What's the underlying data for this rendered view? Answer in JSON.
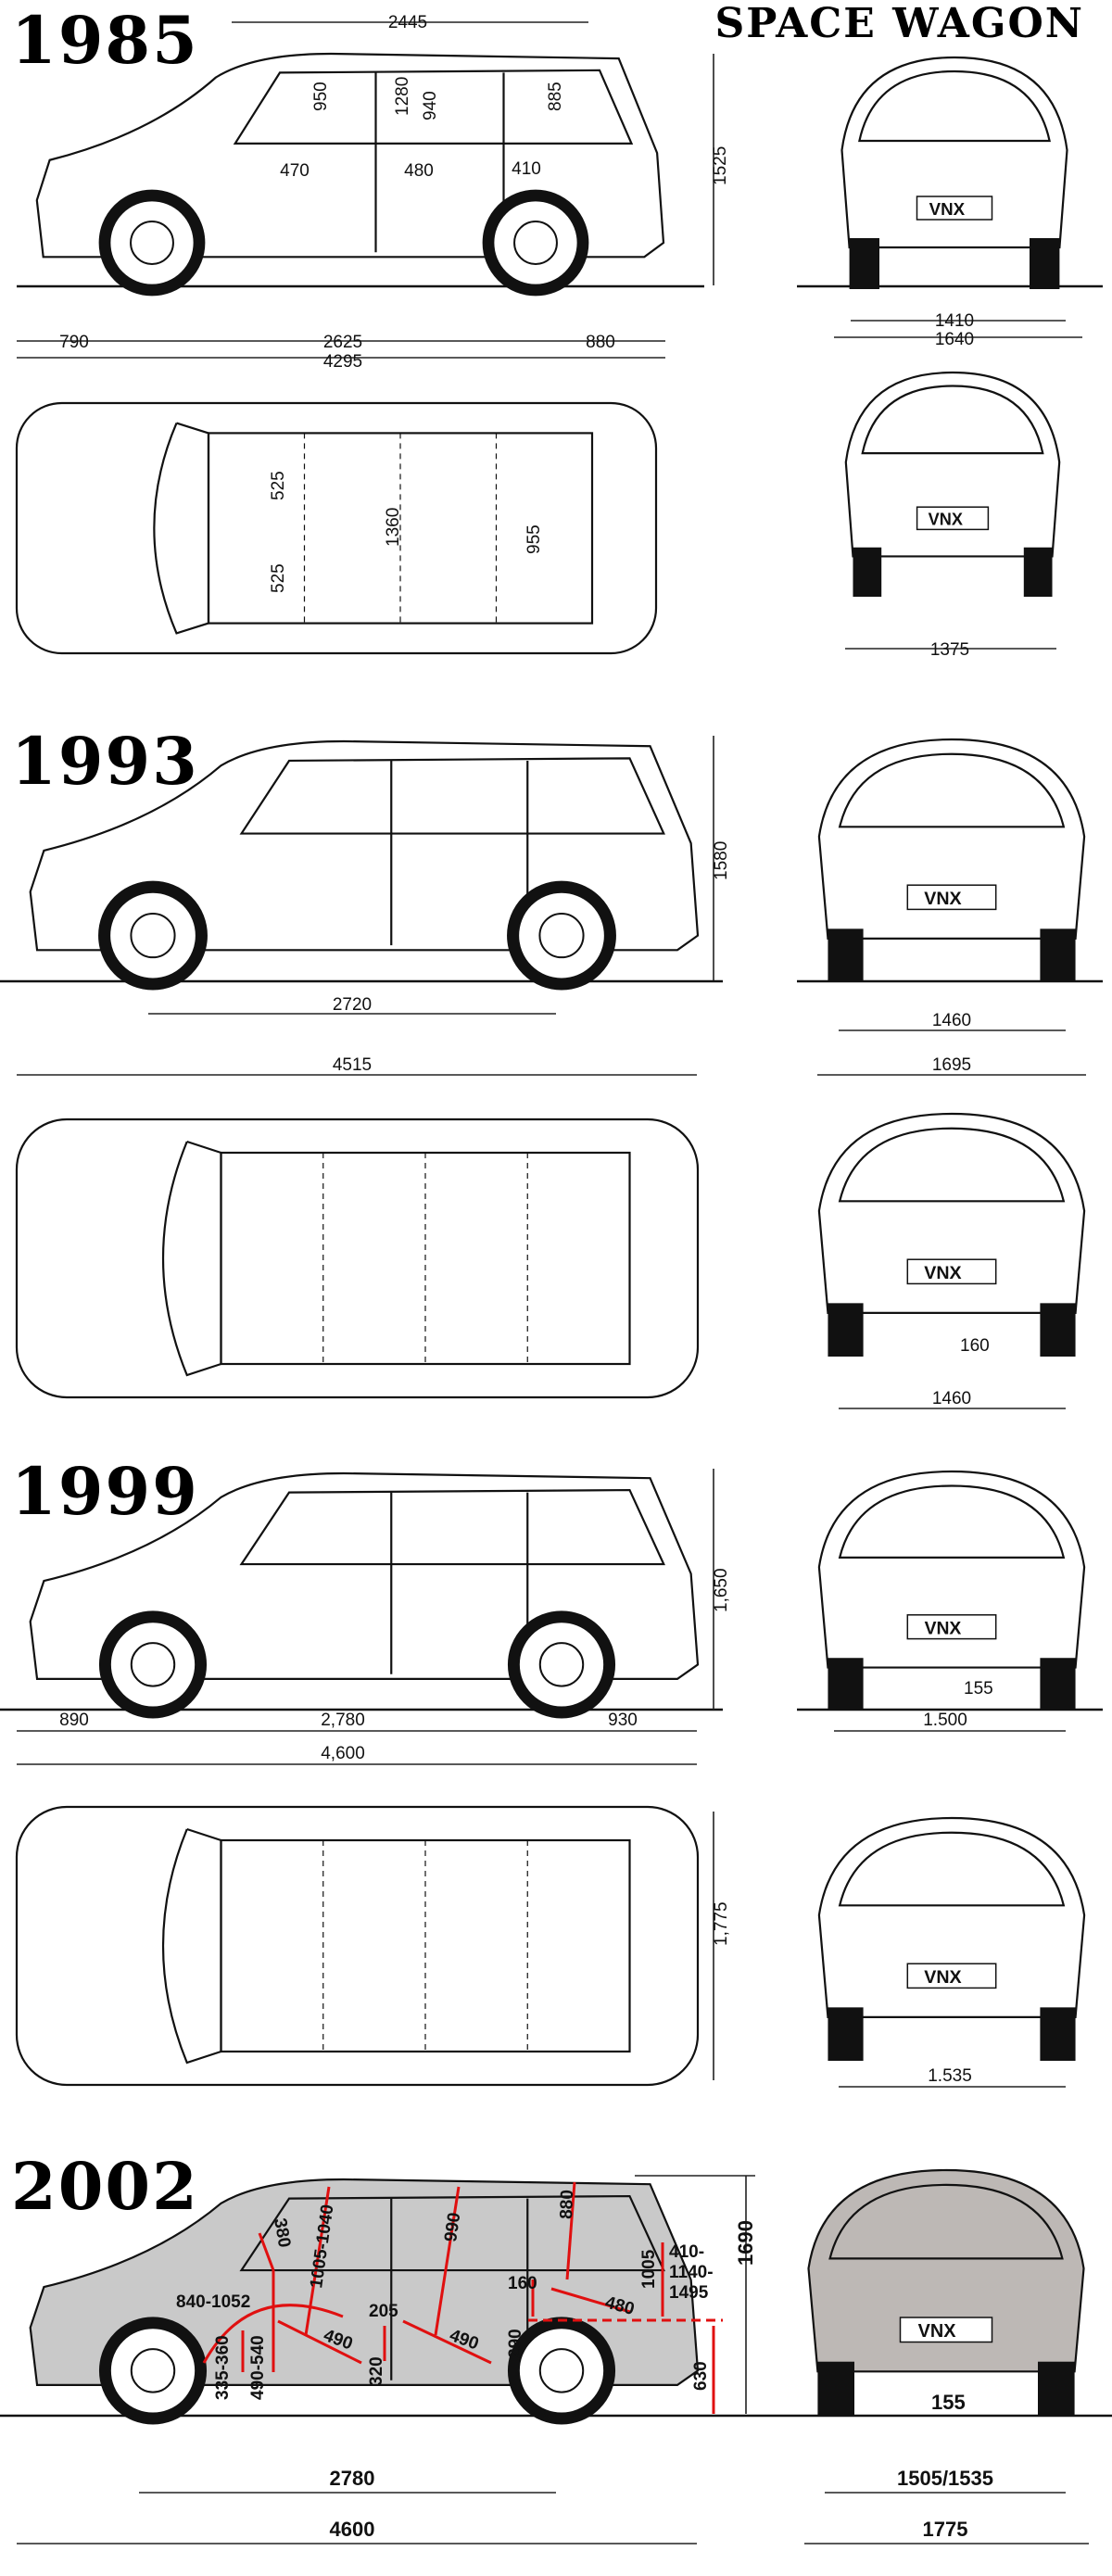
{
  "title": "SPACE WAGON",
  "plate": "VNX",
  "colors": {
    "ink": "#111111",
    "accent_red": "#e01010",
    "body_silver": "#c9c9c9"
  },
  "y1985": {
    "year": "1985",
    "side": {
      "top_length": "2445",
      "h1": "950",
      "h2": "1280",
      "h3": "940",
      "h4": "885",
      "s1": "470",
      "s2": "480",
      "s3": "410",
      "height": "1525",
      "front_overhang": "790",
      "wheelbase": "2625",
      "rear_overhang": "880",
      "length": "4295"
    },
    "front": {
      "track": "1410",
      "width": "1640"
    },
    "top": {
      "w1": "525",
      "w2": "1360",
      "w3": "525",
      "w4": "955"
    },
    "rear": {
      "track": "1375"
    }
  },
  "y1993": {
    "year": "1993",
    "side": {
      "height": "1580",
      "wheelbase": "2720",
      "length": "4515"
    },
    "front": {
      "track": "1460",
      "width": "1695"
    },
    "rear": {
      "clearance": "160",
      "track": "1460"
    }
  },
  "y1999": {
    "year": "1999",
    "side": {
      "height": "1,650",
      "front_overhang": "890",
      "wheelbase": "2,780",
      "rear_overhang": "930",
      "length": "4,600"
    },
    "front": {
      "clearance": "155",
      "track": "1.500"
    },
    "top": {
      "width": "1,775"
    },
    "rear": {
      "track": "1.535"
    }
  },
  "y2002": {
    "year": "2002",
    "side": {
      "d1": "1005-1040",
      "d2": "380",
      "d3": "990",
      "d4": "880",
      "d5": "840-1052",
      "d6": "205",
      "d7": "490",
      "d8": "490",
      "d9": "160",
      "d10": "480",
      "d11": "1005",
      "d12a": "410-",
      "d12b": "1140-",
      "d12c": "1495",
      "d13": "290",
      "d14": "320",
      "d15": "335-360",
      "d16": "490-540",
      "d17": "630",
      "height": "1690",
      "wheelbase": "2780",
      "length": "4600"
    },
    "front": {
      "clearance": "155",
      "track": "1505/1535",
      "width": "1775"
    }
  }
}
